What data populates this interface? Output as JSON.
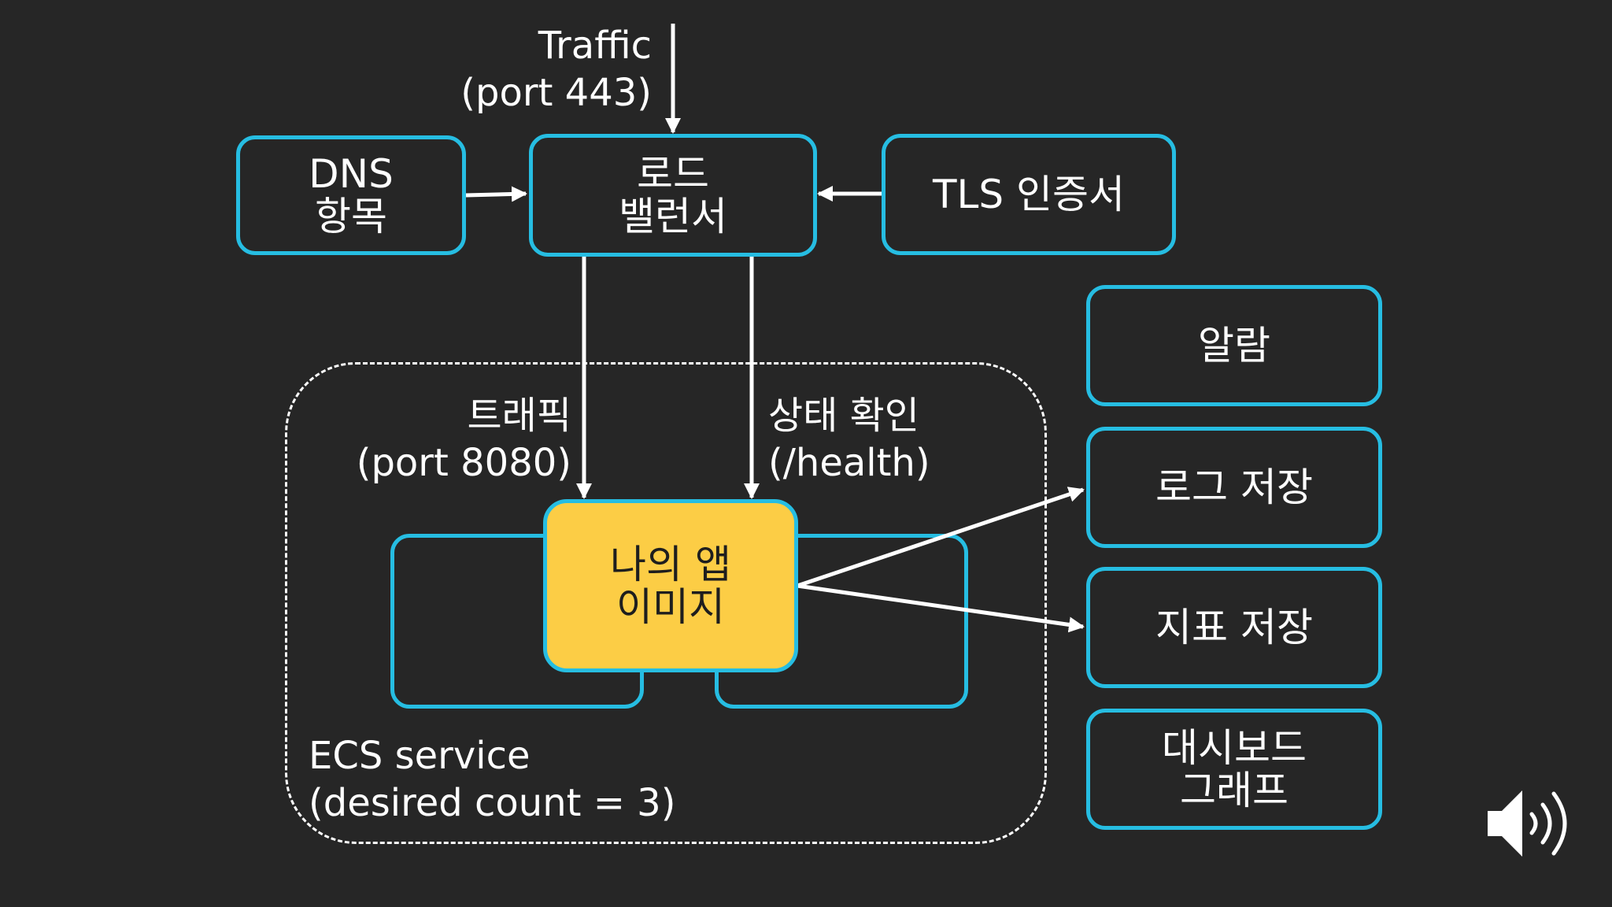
{
  "traffic_label": {
    "line1": "Traffic",
    "line2": "(port 443)"
  },
  "dns": {
    "line1": "DNS",
    "line2": "항목"
  },
  "load_balancer": {
    "line1": "로드",
    "line2": "밸런서"
  },
  "tls": {
    "label": "TLS 인증서"
  },
  "alarm": {
    "label": "알람"
  },
  "log_store": {
    "label": "로그 저장"
  },
  "metric_store": {
    "label": "지표 저장"
  },
  "dashboard": {
    "line1": "대시보드",
    "line2": "그래프"
  },
  "app_traffic_label": {
    "line1": "트래픽",
    "line2": "(port 8080)"
  },
  "health_label": {
    "line1": "상태 확인",
    "line2": "(/health)"
  },
  "app": {
    "line1": "나의 앱",
    "line2": "이미지"
  },
  "ecs_service": {
    "line1": "ECS service",
    "line2": "(desired count = 3)"
  },
  "colors": {
    "background": "#262626",
    "box_border": "#26bde2",
    "app_fill": "#fccd45",
    "arrow": "#ffffff"
  },
  "icons": {
    "speaker": "speaker-volume-icon"
  }
}
